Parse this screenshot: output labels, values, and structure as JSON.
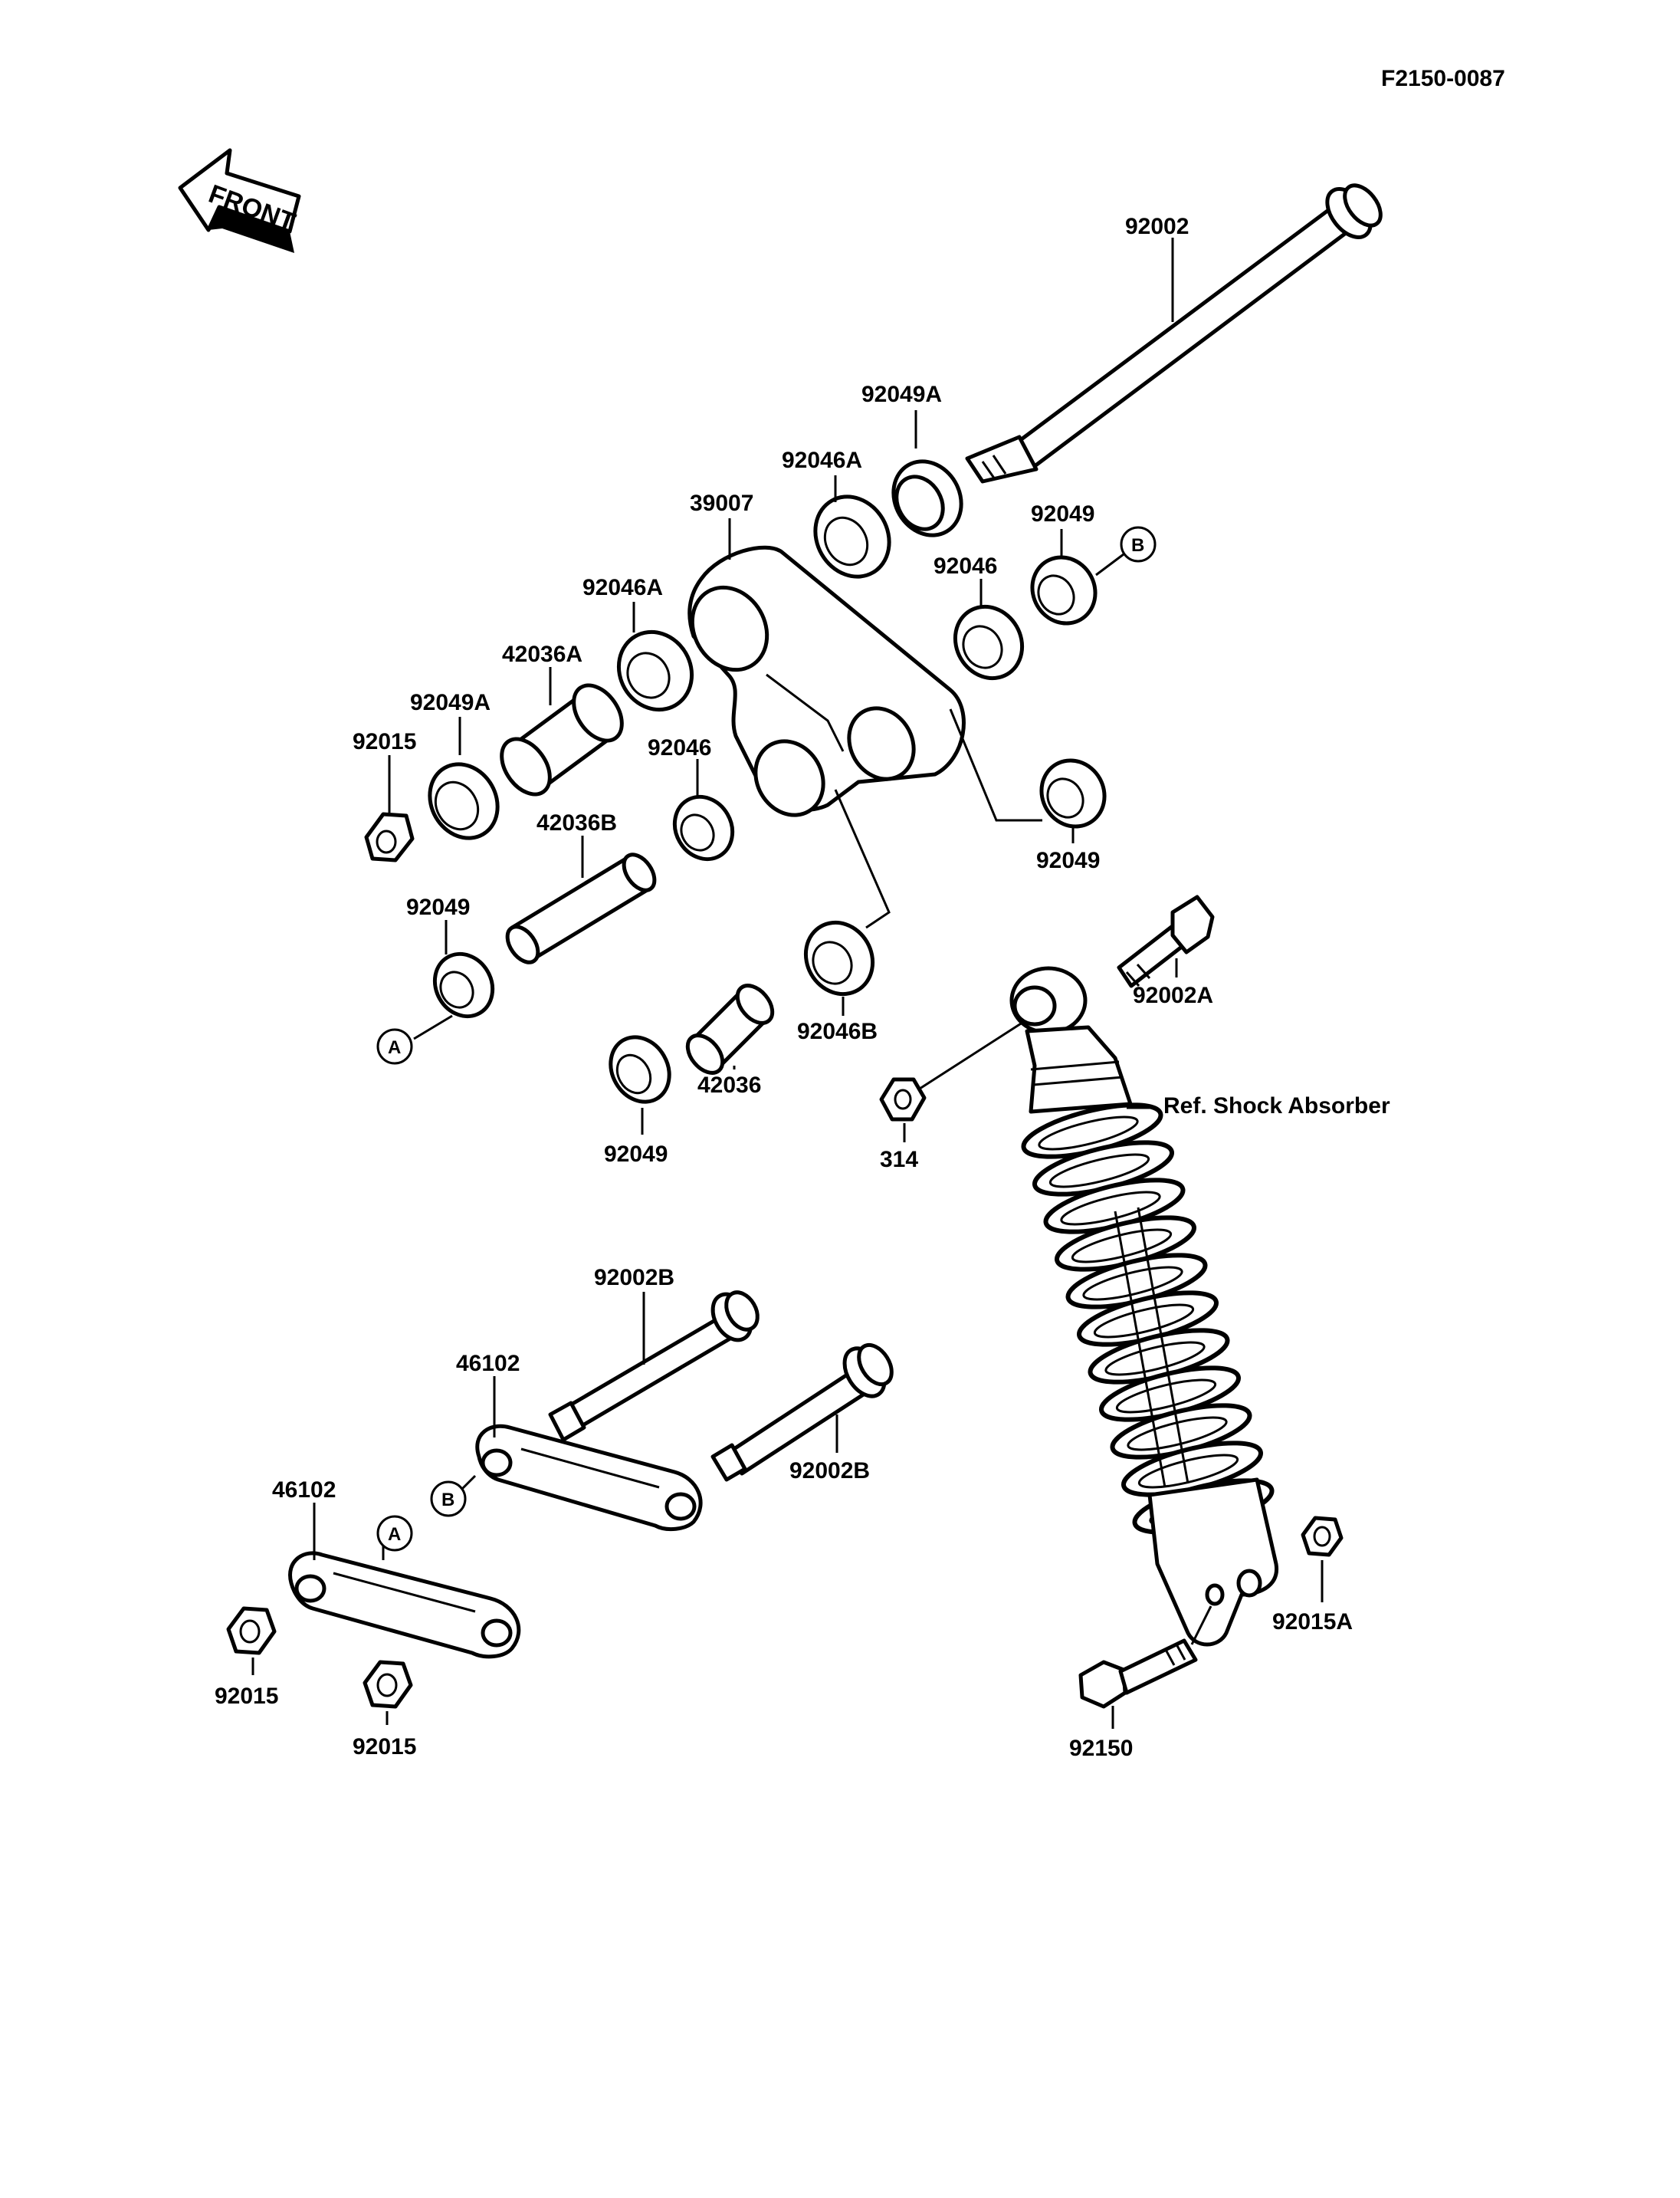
{
  "drawing_code": "F2150-0087",
  "front_arrow_label": "FRONT",
  "ref_note": "Ref. Shock Absorber",
  "markers": {
    "a": "A",
    "b": "B"
  },
  "labels": {
    "p92002": "92002",
    "p92049A_top": "92049A",
    "p92046A_top": "92046A",
    "p39007": "39007",
    "p92049_b": "92049",
    "p92046_r": "92046",
    "p92046A_l": "92046A",
    "p42036A": "42036A",
    "p92049A_l": "92049A",
    "p92015_top": "92015",
    "p92046_mid": "92046",
    "p42036B": "42036B",
    "p92049_r": "92049",
    "p92049_a": "92049",
    "p92002A": "92002A",
    "p92046B": "92046B",
    "p42036": "42036",
    "p92049_bot": "92049",
    "p314": "314",
    "p92002B_top": "92002B",
    "p46102_top": "46102",
    "p92002B_r": "92002B",
    "p46102_bot": "46102",
    "p92015_l": "92015",
    "p92015_bot": "92015",
    "p92015A": "92015A",
    "p92150": "92150"
  }
}
